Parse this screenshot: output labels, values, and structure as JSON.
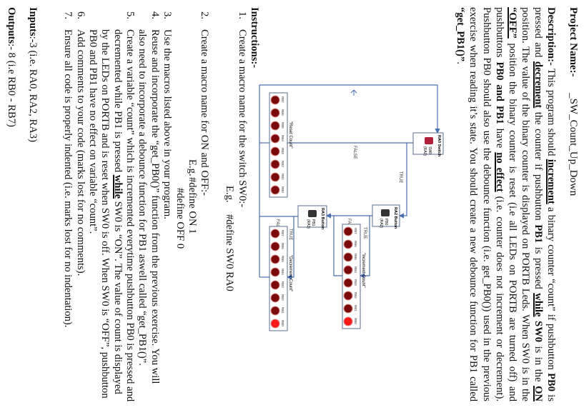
{
  "header": {
    "label": "Project Name:-",
    "name": "_SW_Count_Up_Down"
  },
  "description": [
    [
      {
        "t": "Description:-",
        "b": 1
      },
      {
        "t": " This program should "
      },
      {
        "t": "increment",
        "b": 1,
        "u": 1
      },
      {
        "t": " a binary counter “count” if pushbutton "
      },
      {
        "t": "PB0",
        "b": 1
      },
      {
        "t": " is"
      }
    ],
    [
      {
        "t": "pressed and "
      },
      {
        "t": "decrement",
        "b": 1,
        "u": 1
      },
      {
        "t": " the counter if pushbutton "
      },
      {
        "t": "PB1",
        "b": 1
      },
      {
        "t": " is pressed  "
      },
      {
        "t": "while",
        "b": 1,
        "u": 1
      },
      {
        "t": " SW0",
        "b": 1
      },
      {
        "t": " is in the "
      },
      {
        "t": "ON",
        "b": 1,
        "u": 1
      }
    ],
    [
      {
        "t": "position. The value of the binary counter is displayed on PORTB Leds. When SW0 is in the"
      }
    ],
    [
      {
        "t": "“OFF”",
        "b": 1,
        "u": 1
      },
      {
        "t": " position the binary counter is reset (i.e all LEDs on PORTB are turned off) and"
      }
    ],
    [
      {
        "t": "pushbuttons "
      },
      {
        "t": "PB0 and PB1",
        "b": 1
      },
      {
        "t": " have "
      },
      {
        "t": "no effect",
        "b": 1,
        "u": 1
      },
      {
        "t": " (i.e. counter does not increment or decrement)."
      }
    ],
    [
      {
        "t": "Pushbutton PB0 should also use the debounce function (i.e. get_PB0()) used in the previous"
      }
    ],
    [
      {
        "t": "exercise when reading it’s state. You should create a new debounce function for PB1 called"
      }
    ],
    [
      {
        "t": "“get_PB1()”",
        "b": 1
      },
      {
        "t": "."
      }
    ]
  ],
  "flowchart": {
    "switch": {
      "title": "RA0 Switch",
      "name": "SW0",
      "pin": "(RA0)"
    },
    "button_inc": {
      "title": "RA2 Button",
      "name": "PB0",
      "pin": "(RA2)"
    },
    "button_dec": {
      "title": "RA3 Button",
      "name": "PB1",
      "pin": "(RA3)"
    },
    "true_label": "TRUE",
    "false_label": "FALSE",
    "led_labels": [
      "RB7",
      "RB6",
      "RB5",
      "RB4",
      "RB3",
      "RB2",
      "RB1",
      "RB0"
    ],
    "reset_panel": {
      "title": "\"Reset Count\"",
      "leds": [
        0,
        0,
        0,
        0,
        0,
        0,
        0,
        0
      ]
    },
    "increment_panel": {
      "title": "\"Increment Count\"",
      "leds": [
        0,
        0,
        0,
        0,
        0,
        0,
        0,
        1
      ]
    },
    "decrement_panel": {
      "title": "\"Decrement Count\"",
      "leds": [
        0,
        0,
        0,
        0,
        0,
        0,
        0,
        1
      ]
    },
    "colors": {
      "line": "#4a6fb0",
      "led_off": "#7a0a0a",
      "led_on": "#ff1a1a",
      "box": "#5b6c8c"
    }
  },
  "instructions": {
    "title": "Instructions:-",
    "rows": [
      {
        "num": "1.",
        "seg": [
          {
            "t": "Create a macro name for the switch SW0:-"
          }
        ]
      },
      {
        "eg": "E.g.",
        "code": "#define SW0 RA0",
        "kind": "eg1"
      },
      {
        "gap": 1
      },
      {
        "num": "2.",
        "seg": [
          {
            "t": "Create a macro name for ON and OFF:-"
          }
        ]
      },
      {
        "eg": "E.g.",
        "code": "#define ON 1",
        "kind": "eg2"
      },
      {
        "code": "#define OFF 0",
        "kind": "eg3"
      },
      {
        "num": "3.",
        "seg": [
          {
            "t": "Use the macros listed above in your program."
          }
        ]
      },
      {
        "num": "4.",
        "seg": [
          {
            "t": "Reuse and incorporate the “get_PB0()” function from the previous exercise. You will"
          }
        ]
      },
      {
        "seg": [
          {
            "t": "also need to incorporate a debounce function for PB1 aswell called “get_PB1()”."
          }
        ]
      },
      {
        "num": "5.",
        "seg": [
          {
            "t": "Create a variable “count” which is incremented everytime pushbutton PB0 is pressed and"
          }
        ]
      },
      {
        "seg": [
          {
            "t": "decremented while PB1 is pressed "
          },
          {
            "t": "while",
            "b": 1,
            "u": 1
          },
          {
            "t": " SW0 is “ON”. The value of count is displayed"
          }
        ]
      },
      {
        "seg": [
          {
            "t": "by the LEDs on PORTB and is reset when SW0 is off. When SW0 is “OFF”, pushbutton"
          }
        ]
      },
      {
        "seg": [
          {
            "t": "PB0 and PB1 have no effect on variable “count”."
          }
        ]
      },
      {
        "num": "6.",
        "seg": [
          {
            "t": "Add comments to your code (marks lost for no comments)."
          }
        ]
      },
      {
        "num": "7.",
        "seg": [
          {
            "t": "Ensure all code is properly indented (i.e. marks lost for no indentation)."
          }
        ]
      }
    ]
  },
  "inputs": {
    "label": "Inputs",
    "value": ":-3 (i.e. RA0, RA2, RA3)"
  },
  "outputs": {
    "label": "Outputs",
    "value": ":- 8 (i.e RB0 - RB7)"
  }
}
